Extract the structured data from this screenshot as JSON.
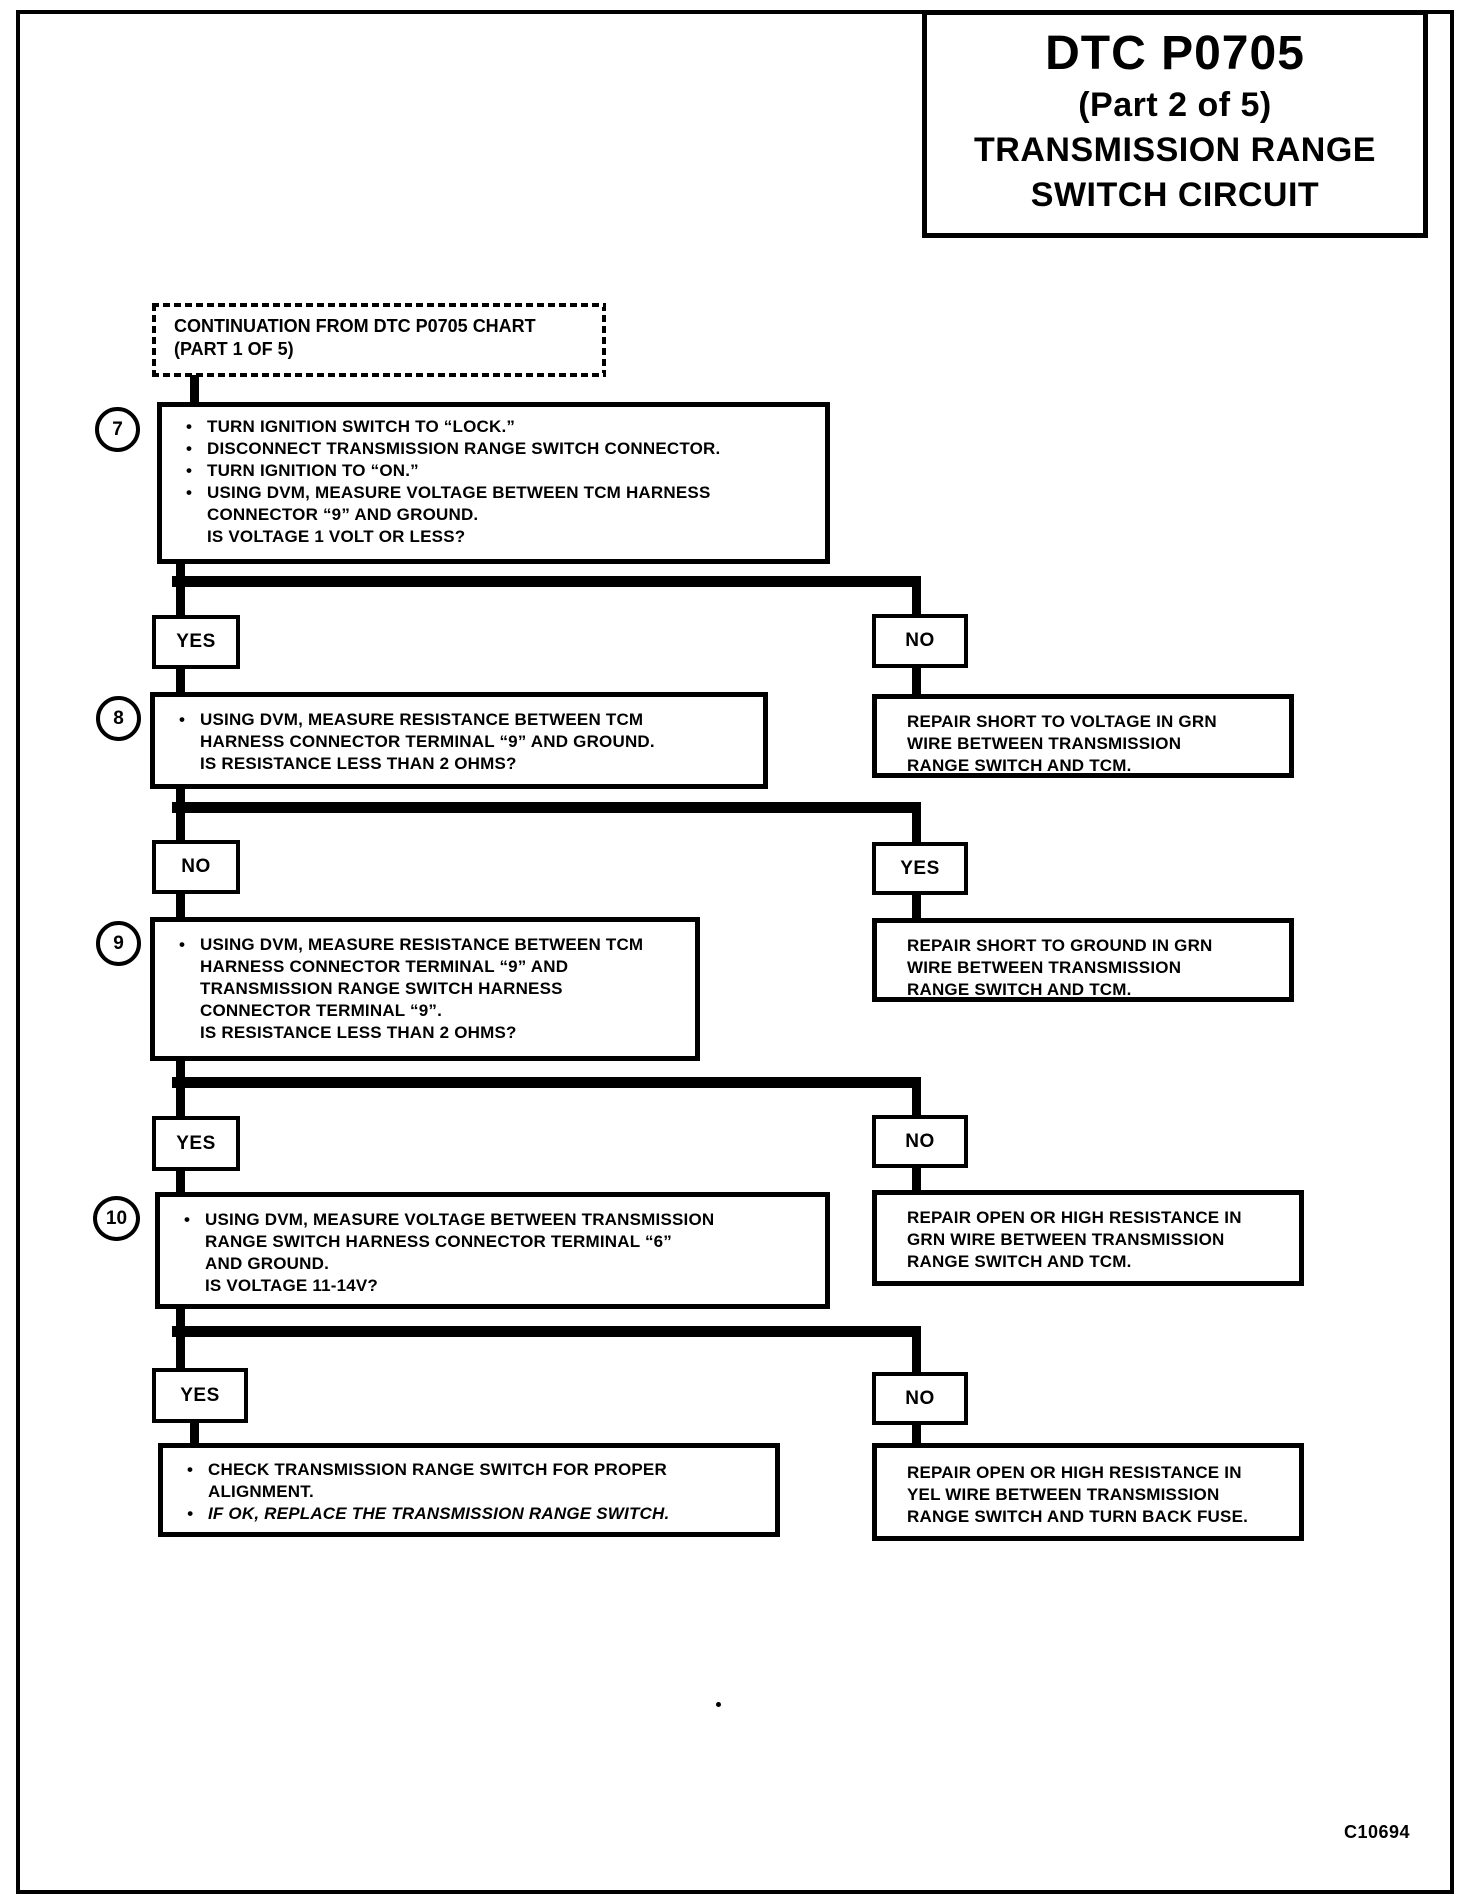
{
  "title_box": {
    "line1": "DTC P0705",
    "line2": "(Part 2 of 5)",
    "line3": "TRANSMISSION RANGE",
    "line4": "SWITCH CIRCUIT"
  },
  "continuation_box": {
    "line1": "CONTINUATION FROM DTC P0705 CHART",
    "line2": "(PART 1 OF 5)"
  },
  "steps": {
    "step7": {
      "number": "7",
      "bullets": {
        "b1": "TURN IGNITION SWITCH TO “LOCK.”",
        "b2": "DISCONNECT TRANSMISSION RANGE SWITCH CONNECTOR.",
        "b3": "TURN IGNITION TO “ON.”",
        "b4": "USING DVM, MEASURE VOLTAGE BETWEEN TCM HARNESS\nCONNECTOR “9” AND GROUND."
      },
      "question": "IS VOLTAGE 1 VOLT OR LESS?"
    },
    "step8": {
      "number": "8",
      "bullets": {
        "b1": "USING DVM, MEASURE RESISTANCE BETWEEN TCM\nHARNESS CONNECTOR TERMINAL “9” AND GROUND."
      },
      "question": "IS RESISTANCE LESS THAN 2 OHMS?"
    },
    "step9": {
      "number": "9",
      "bullets": {
        "b1": "USING DVM, MEASURE RESISTANCE BETWEEN TCM\nHARNESS CONNECTOR TERMINAL “9” AND\nTRANSMISSION RANGE SWITCH HARNESS\nCONNECTOR TERMINAL “9”."
      },
      "question": "IS RESISTANCE LESS THAN 2 OHMS?"
    },
    "step10": {
      "number": "10",
      "bullets": {
        "b1": "USING DVM, MEASURE VOLTAGE BETWEEN TRANSMISSION\nRANGE SWITCH HARNESS CONNECTOR TERMINAL “6”\nAND GROUND."
      },
      "question": "IS VOLTAGE 11-14V?"
    }
  },
  "branches": {
    "level1": {
      "left": "YES",
      "right": "NO"
    },
    "level2": {
      "left": "NO",
      "right": "YES"
    },
    "level3": {
      "left": "YES",
      "right": "NO"
    },
    "level4": {
      "left": "YES",
      "right": "NO"
    }
  },
  "actions": {
    "right1": "REPAIR SHORT TO VOLTAGE IN GRN\nWIRE BETWEEN TRANSMISSION\nRANGE SWITCH AND TCM.",
    "right2": "REPAIR SHORT TO GROUND IN GRN\nWIRE BETWEEN TRANSMISSION\nRANGE SWITCH AND TCM.",
    "right3": "REPAIR OPEN OR HIGH RESISTANCE IN\nGRN WIRE BETWEEN TRANSMISSION\nRANGE SWITCH AND TCM.",
    "right4": "REPAIR OPEN OR HIGH RESISTANCE IN\nYEL WIRE BETWEEN TRANSMISSION\nRANGE SWITCH AND TURN BACK FUSE.",
    "final_left": {
      "b1": "CHECK TRANSMISSION RANGE SWITCH FOR PROPER\nALIGNMENT.",
      "b2": "IF OK, REPLACE THE TRANSMISSION RANGE SWITCH."
    }
  },
  "page": {
    "figure_code": "C10694"
  }
}
